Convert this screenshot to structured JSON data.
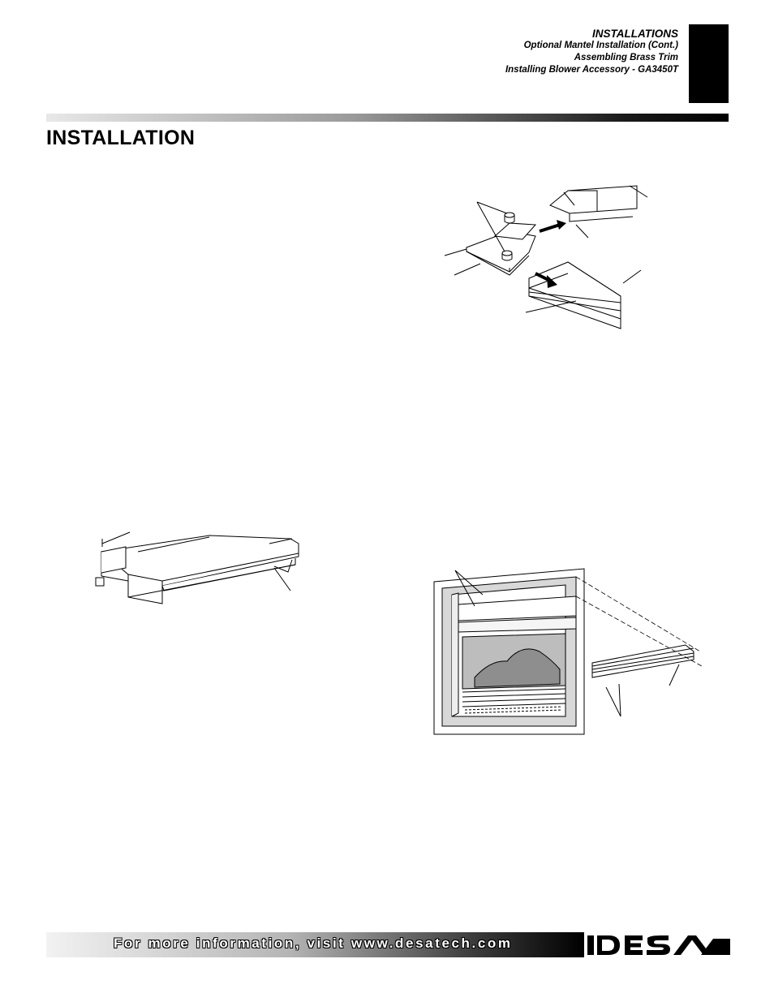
{
  "header": {
    "section": "INSTALLATIONS",
    "lines": [
      "Optional Mantel Installation (Cont.)",
      "Assembling Brass Trim",
      "Installing Blower Accessory - GA3450T"
    ]
  },
  "page_title": "INSTALLATION",
  "footer": {
    "text": "For more information, visit www.desatech.com",
    "logo_text": "DESA"
  },
  "colors": {
    "tab": "#000000",
    "rule_dark": "#000000",
    "rule_light": "#e8e8e8"
  }
}
